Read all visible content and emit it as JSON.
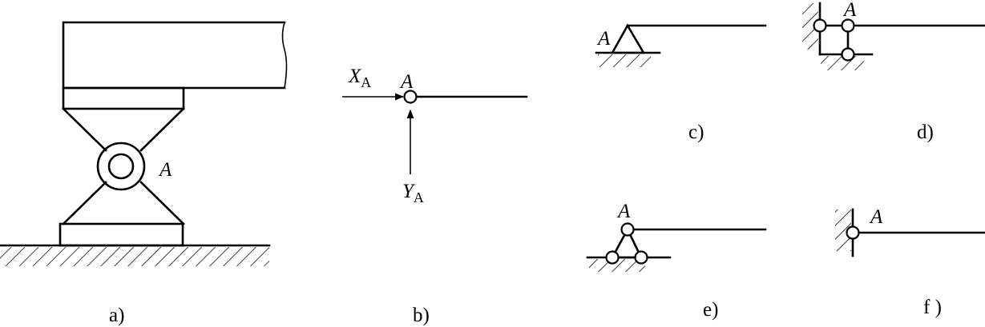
{
  "figure": {
    "panels": [
      {
        "id": "a",
        "caption": "a)",
        "point_label": "A"
      },
      {
        "id": "b",
        "caption": "b)",
        "point_label": "A",
        "force_x": "X",
        "force_x_sub": "A",
        "force_y": "Y",
        "force_y_sub": "A"
      },
      {
        "id": "c",
        "caption": "c)",
        "point_label": "A"
      },
      {
        "id": "d",
        "caption": "d)",
        "point_label": "A"
      },
      {
        "id": "e",
        "caption": "e)",
        "point_label": "A"
      },
      {
        "id": "f",
        "caption": "f )",
        "point_label": "A"
      }
    ]
  }
}
